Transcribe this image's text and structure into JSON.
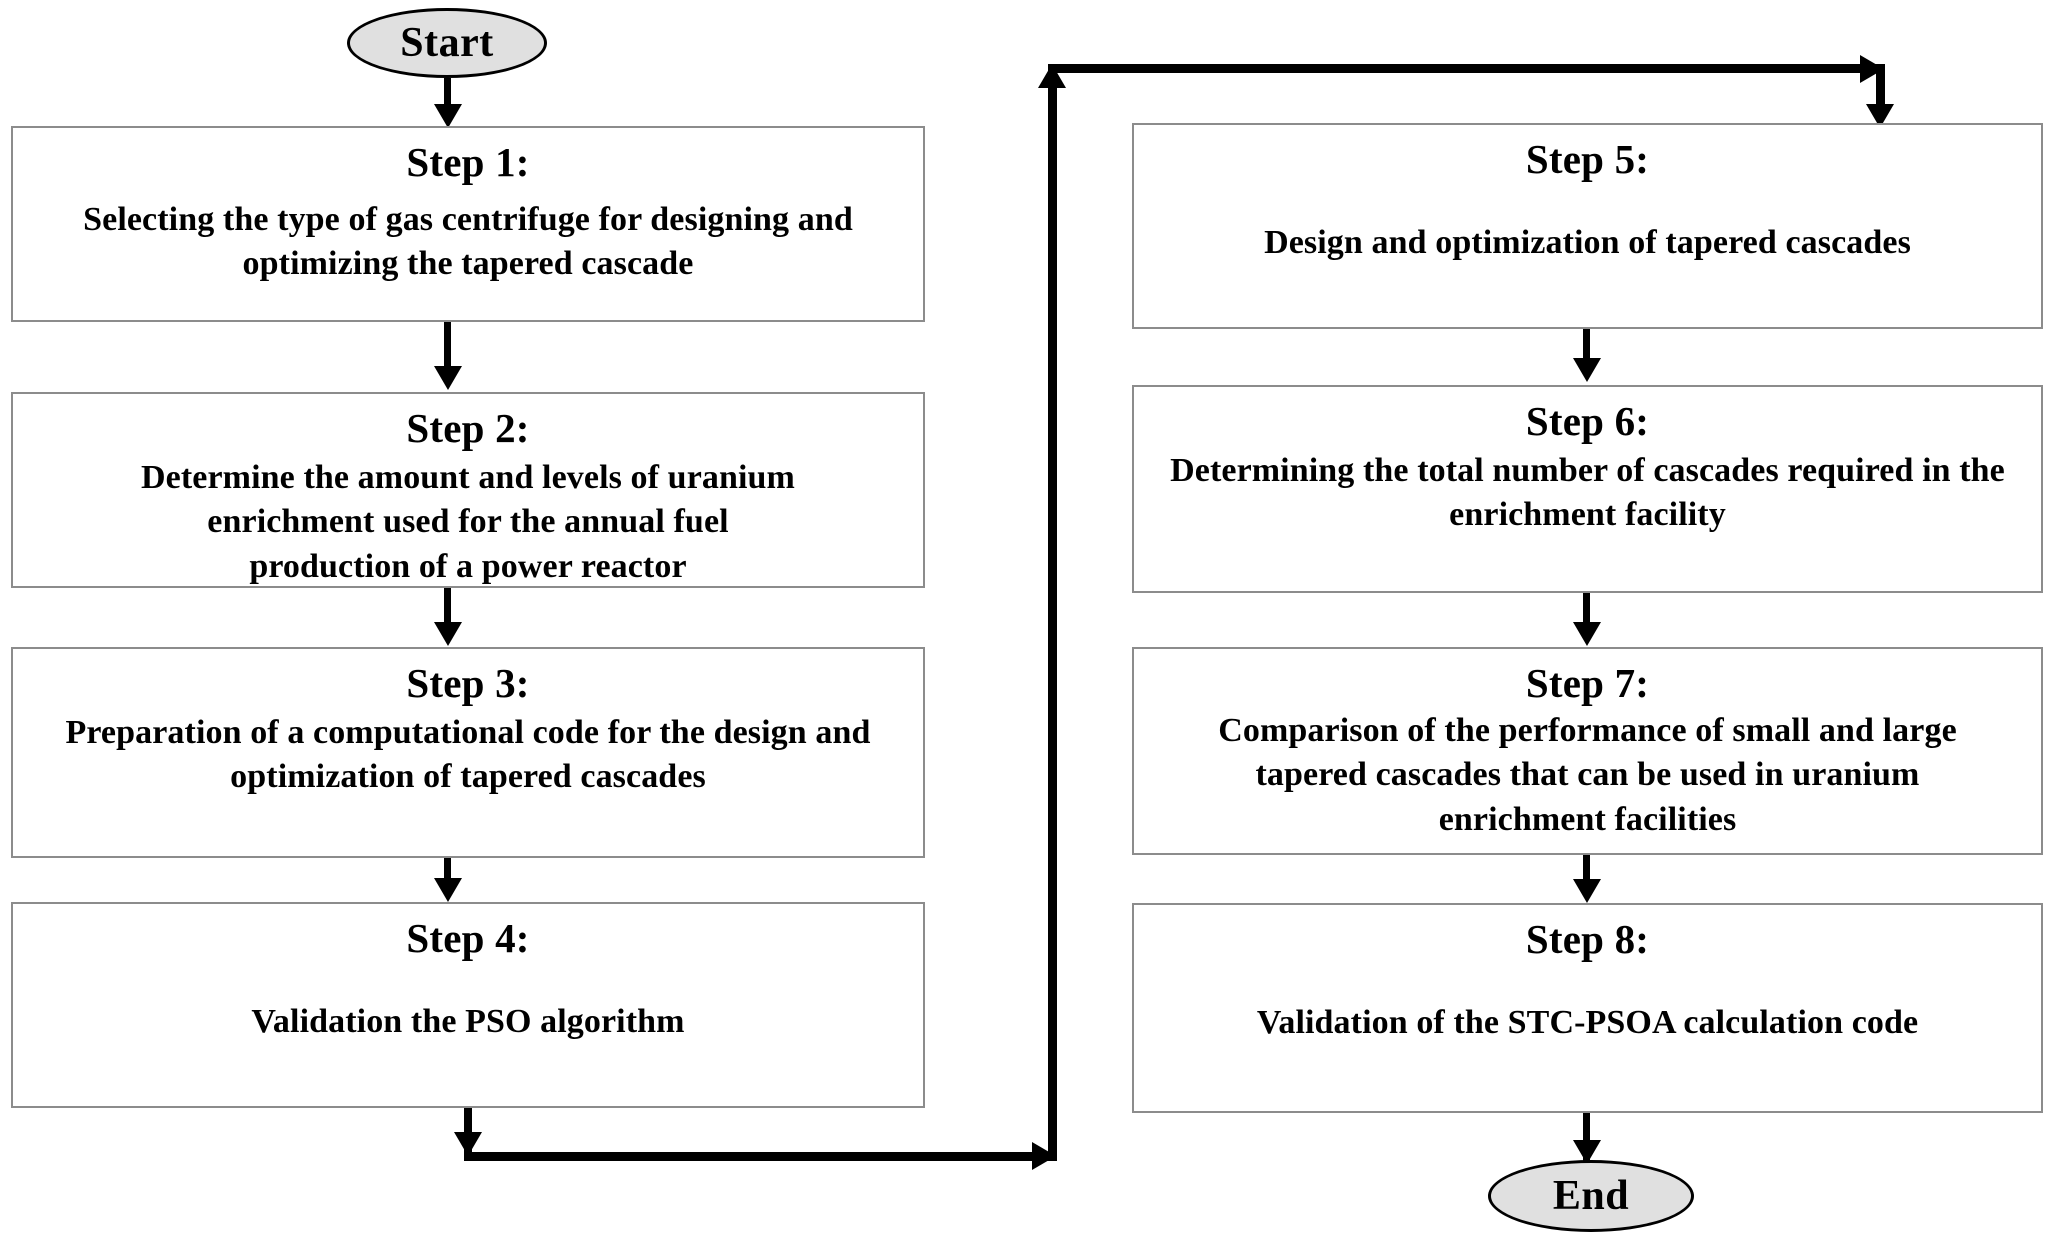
{
  "diagram": {
    "title": "Flowchart of the tapered cascade design and optimization methodology",
    "colors": {
      "terminator_fill": "#e0e0e0",
      "terminator_stroke": "#000000",
      "box_fill": "#ffffff",
      "box_stroke": "#8c8c8c",
      "connector": "#000000",
      "text": "#000000"
    },
    "terminators": {
      "start": "Start",
      "end": "End"
    },
    "left_column": [
      {
        "id": "step-1",
        "title": "Step 1:",
        "body": "Selecting the type of gas centrifuge for designing and optimizing the tapered cascade"
      },
      {
        "id": "step-2",
        "title": "Step 2:",
        "body": "Determine the amount and levels of uranium enrichment used for the annual fuel production of a power reactor"
      },
      {
        "id": "step-3",
        "title": "Step 3:",
        "body": "Preparation of a computational code for the design and optimization of tapered cascades"
      },
      {
        "id": "step-4",
        "title": "Step 4:",
        "body": "Validation the PSO algorithm"
      }
    ],
    "right_column": [
      {
        "id": "step-5",
        "title": "Step 5:",
        "body": "Design and optimization of tapered cascades"
      },
      {
        "id": "step-6",
        "title": "Step 6:",
        "body": "Determining the total number of cascades required in the enrichment facility"
      },
      {
        "id": "step-7",
        "title": "Step 7:",
        "body": "Comparison of the performance of small and large tapered cascades that can be used in uranium enrichment facilities"
      },
      {
        "id": "step-8",
        "title": "Step 8:",
        "body": "Validation of the STC-PSOA calculation code"
      }
    ],
    "connectors": [
      {
        "id": "start-to-step1",
        "from": "Start",
        "to": "Step 1",
        "kind": "arrow-down"
      },
      {
        "id": "step1-to-step2",
        "from": "Step 1",
        "to": "Step 2",
        "kind": "arrow-down"
      },
      {
        "id": "step2-to-step3",
        "from": "Step 2",
        "to": "Step 3",
        "kind": "arrow-down"
      },
      {
        "id": "step3-to-step4",
        "from": "Step 3",
        "to": "Step 4",
        "kind": "arrow-down"
      },
      {
        "id": "step4-to-step5",
        "from": "Step 4",
        "to": "Step 5",
        "kind": "routed-loop"
      },
      {
        "id": "step5-to-step6",
        "from": "Step 5",
        "to": "Step 6",
        "kind": "arrow-down"
      },
      {
        "id": "step6-to-step7",
        "from": "Step 6",
        "to": "Step 7",
        "kind": "arrow-down"
      },
      {
        "id": "step7-to-step8",
        "from": "Step 7",
        "to": "Step 8",
        "kind": "arrow-down"
      },
      {
        "id": "step8-to-end",
        "from": "Step 8",
        "to": "End",
        "kind": "arrow-down"
      }
    ]
  }
}
